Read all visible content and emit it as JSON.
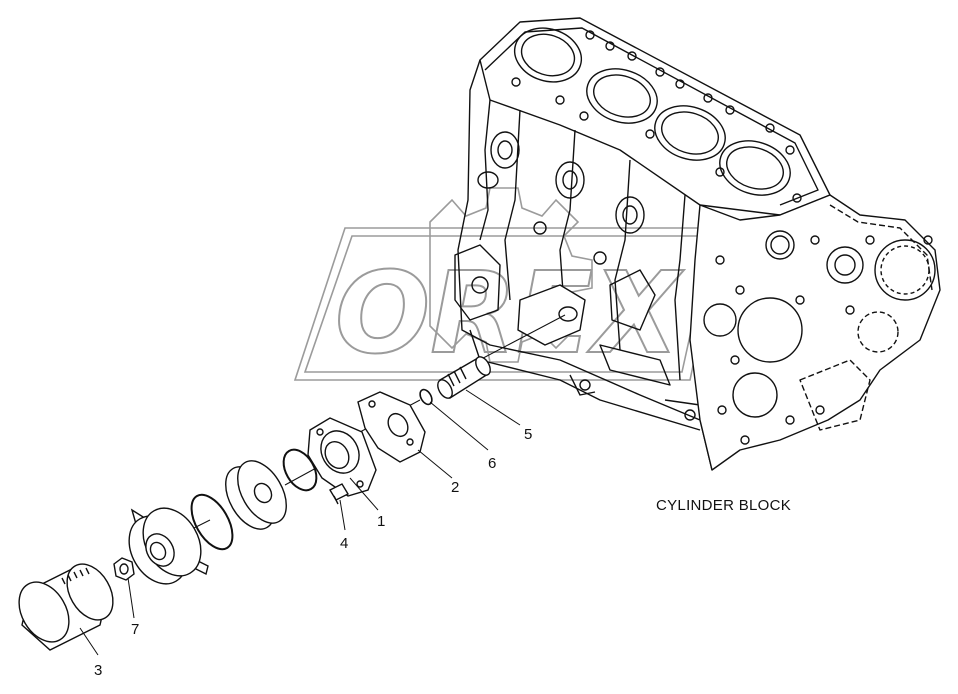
{
  "caption": "CYLINDER BLOCK",
  "watermark_text": "OREX",
  "callouts": [
    {
      "id": "1",
      "text": "1"
    },
    {
      "id": "2",
      "text": "2"
    },
    {
      "id": "3",
      "text": "3"
    },
    {
      "id": "4",
      "text": "4"
    },
    {
      "id": "5",
      "text": "5"
    },
    {
      "id": "6",
      "text": "6"
    },
    {
      "id": "7",
      "text": "7"
    }
  ],
  "colors": {
    "line": "#111111",
    "watermark": "#8a8a8a",
    "background": "#ffffff"
  }
}
